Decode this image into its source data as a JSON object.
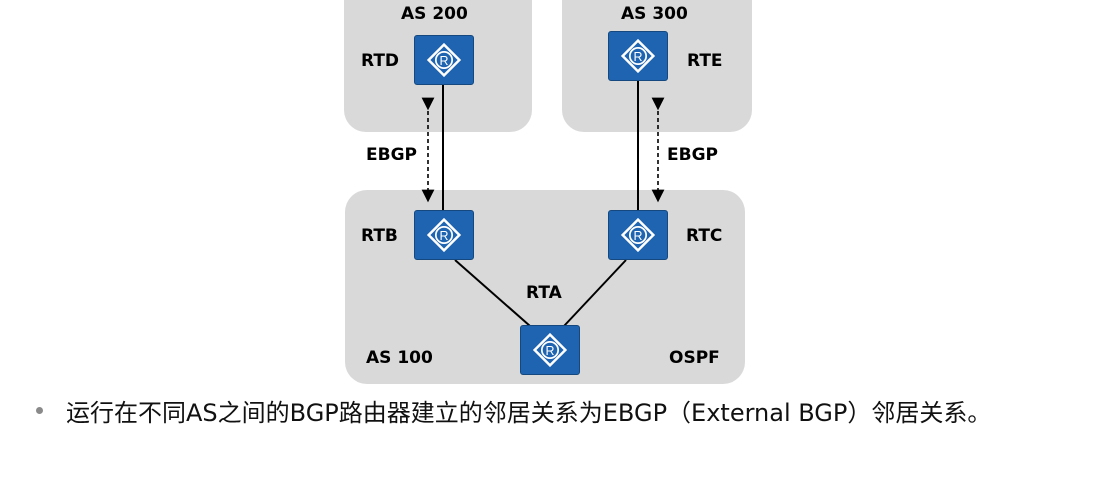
{
  "diagram": {
    "as_groups": {
      "as200": "AS 200",
      "as300": "AS 300",
      "as100": "AS 100",
      "ospf": "OSPF"
    },
    "routers": {
      "rtd": "RTD",
      "rte": "RTE",
      "rtb": "RTB",
      "rtc": "RTC",
      "rta": "RTA"
    },
    "router_icon_letter": "R",
    "links": {
      "ebgp_left": "EBGP",
      "ebgp_right": "EBGP"
    },
    "colors": {
      "router_blue": "#1f64b0",
      "region_gray": "#d9d9d9"
    }
  },
  "caption": {
    "bullet_text": "运行在不同AS之间的BGP路由器建立的邻居关系为EBGP（External  BGP）邻居关系。"
  }
}
